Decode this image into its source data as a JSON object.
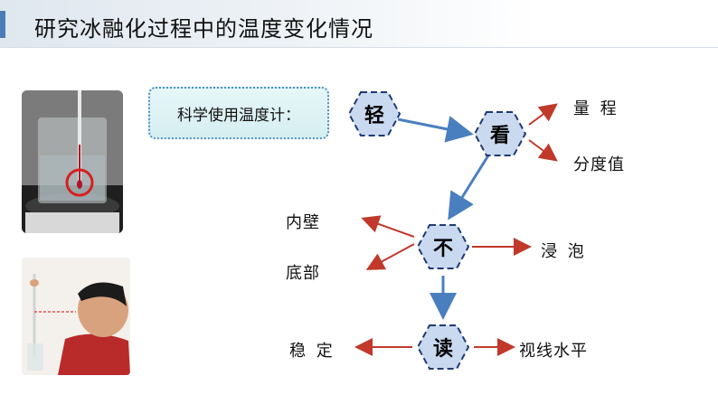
{
  "title": "研究冰融化过程中的温度变化情况",
  "callout": "科学使用温度计：",
  "steps": {
    "light": "轻",
    "look": "看",
    "not": "不",
    "read": "读"
  },
  "labels": {
    "range": "量 程",
    "division": "分度值",
    "inner_wall": "内壁",
    "bottom": "底部",
    "immerse": "浸 泡",
    "stable": "稳 定",
    "eye_level": "视线水平"
  },
  "colors": {
    "title_accent": "#4a7db7",
    "hex_fill": "#c9d9ef",
    "hex_border": "#1f3a73",
    "blue_arrow": "#4a7fbf",
    "red_arrow": "#c0392b"
  }
}
